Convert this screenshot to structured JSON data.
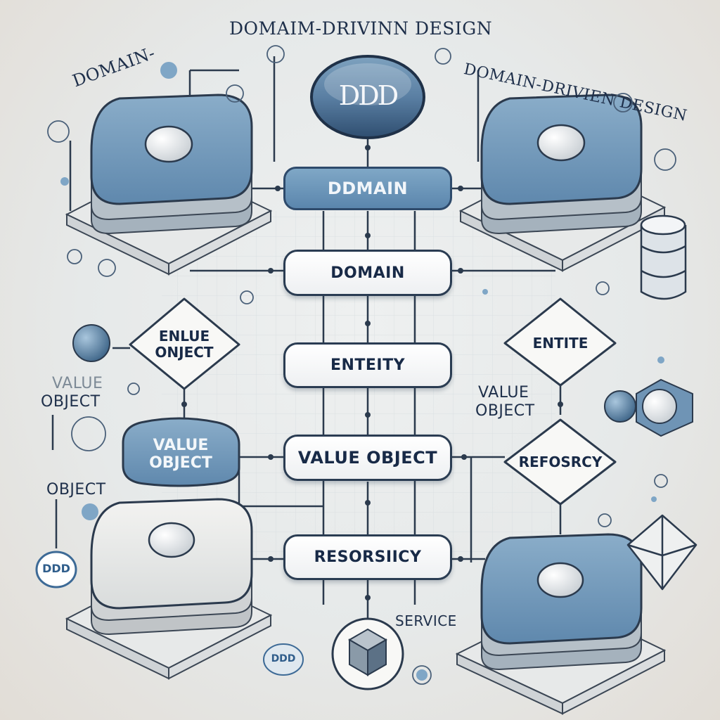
{
  "header": {
    "title_top": "DOMAIM-DRIVINN DESIGN",
    "title_left": "DOMAIN-",
    "title_right": "DOMAIN-DRIVIEN DESIGN",
    "center_badge": "DDD"
  },
  "nodes": {
    "domain_dark": "DDMAIN",
    "domain": "DOMAIN",
    "entity": "ENTEITY",
    "value_object": "VALUE OBJECT",
    "repository": "RESORSIICY",
    "left_diamond": "ENLUE ONJECT",
    "right_diamond_top": "ENTITE",
    "right_diamond_bottom": "REFOSRCY",
    "value_object_blob": "VALUE OBJECT",
    "service": "SERVICE"
  },
  "side_labels": {
    "left_value_object_1": "VALUE",
    "left_value_object_2": "OBJECT",
    "left_object": "OBJECT",
    "right_value_object_1": "VALUE",
    "right_value_object_2": "OBJECT",
    "ddd_badge_left": "DDD",
    "ddd_badge_bottom": "DDD"
  },
  "colors": {
    "accent_blue": "#5b86ad",
    "dark_navy": "#1e2f4a",
    "pale_blue": "#a9c3d8",
    "background": "#e6e9e9"
  }
}
